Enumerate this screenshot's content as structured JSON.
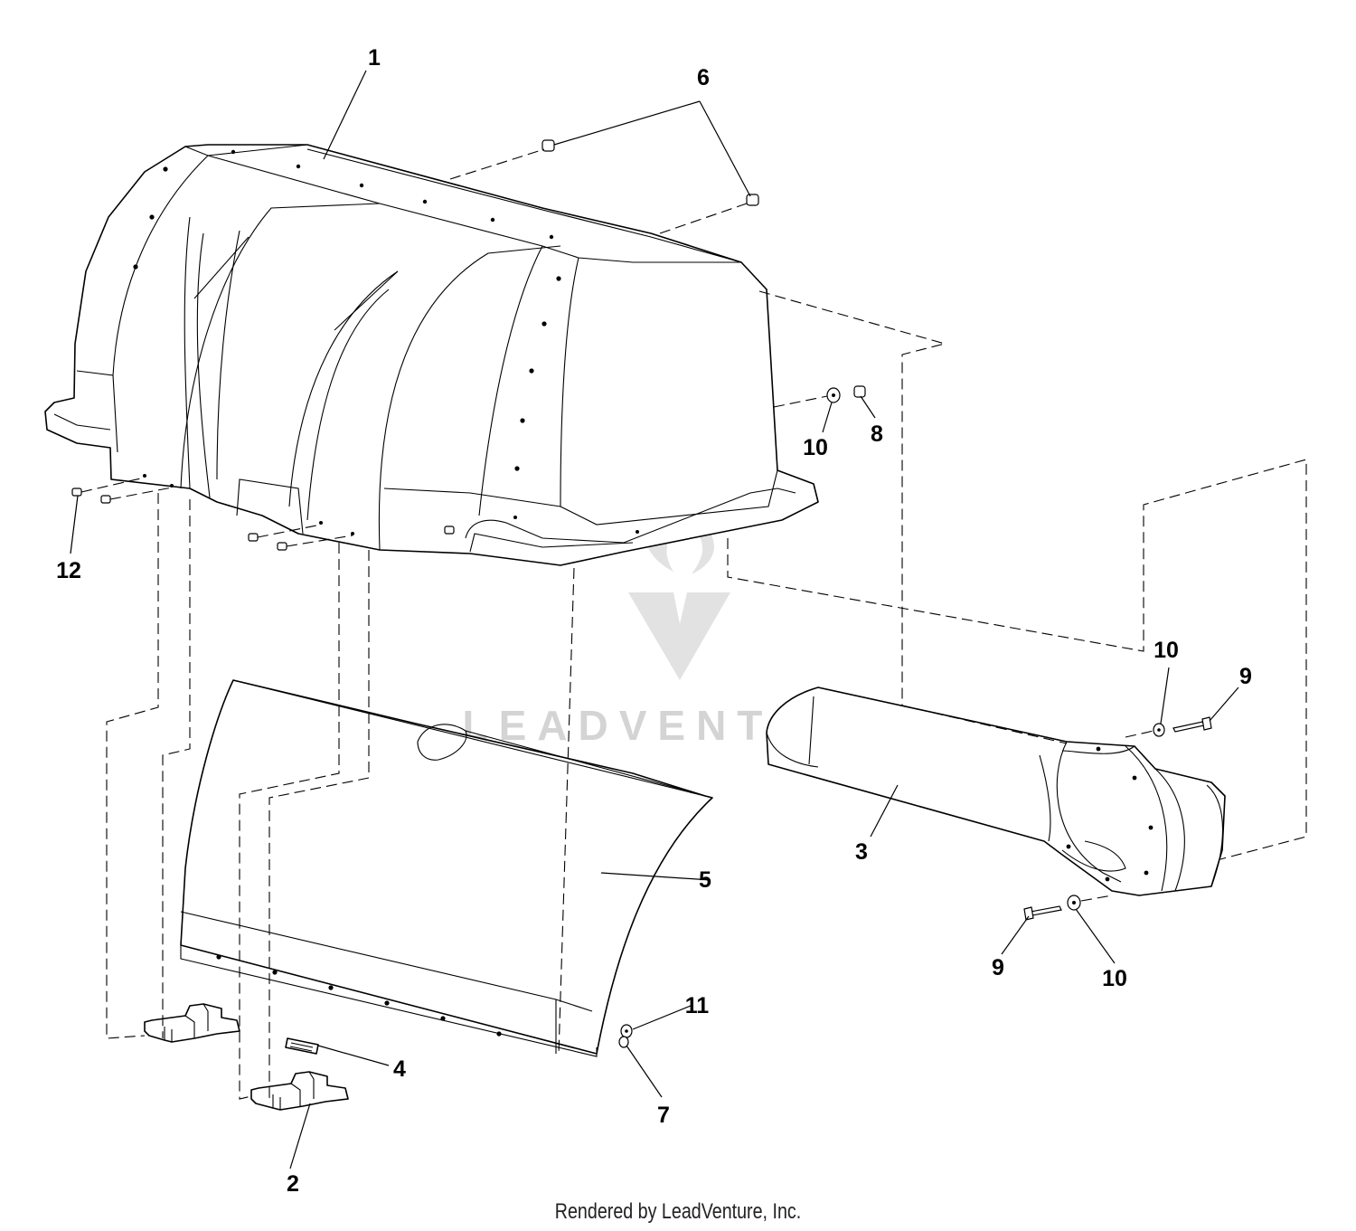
{
  "callouts": {
    "c1": "1",
    "c2": "2",
    "c3": "3",
    "c4": "4",
    "c5": "5",
    "c6": "6",
    "c7": "7",
    "c8": "8",
    "c9a": "9",
    "c9b": "9",
    "c10a": "10",
    "c10b": "10",
    "c10c": "10",
    "c11": "11",
    "c12": "12"
  },
  "watermark": {
    "text": "LEADVENTURE"
  },
  "footer": {
    "text": "Rendered by LeadVenture, Inc."
  },
  "colors": {
    "line": "#000000",
    "watermark": "#d4d4d4",
    "background": "#ffffff"
  }
}
